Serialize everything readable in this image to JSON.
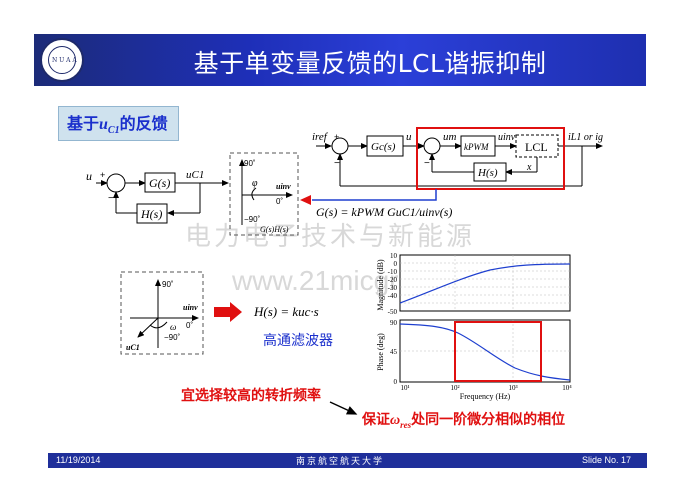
{
  "header": {
    "title": "基于单变量反馈的LCL谐振抑制",
    "logo_seal_text": "N U A A"
  },
  "subhead": {
    "prefix": "基于",
    "var": "u",
    "sub": "C1",
    "suffix": "的反馈"
  },
  "diagram_left": {
    "input": "u",
    "plus": "+",
    "minus": "−",
    "gs": "G(s)",
    "hs": "H(s)",
    "out": "uC1"
  },
  "bode_sketch_top": {
    "deg90": "90˚",
    "phi": "φ",
    "uinv": "uinv",
    "deg0": "0˚",
    "degm90": "−90˚",
    "label": "G(s)H(s)"
  },
  "diagram_right": {
    "iref": "iref",
    "plus": "+",
    "minus": "−",
    "gc": "Gc(s)",
    "u": "u",
    "um": "um",
    "kpwm": "kPWM",
    "uinv": "uinv",
    "lcl": "LCL",
    "out": "iL1 or ig",
    "hs": "H(s)",
    "x": "x"
  },
  "formula_gs": "G(s) = kPWM GuC1/uinv(s)",
  "bode_sketch_bottom": {
    "deg90": "90˚",
    "uinv": "uinv",
    "deg0": "0˚",
    "omega": "ω",
    "degm90": "−90˚",
    "uc1": "uC1"
  },
  "formula_hs": "H(s) = kuc·s",
  "hipass_label": "高通滤波器",
  "bode_plot": {
    "mag_label": "Magnitude (dB)",
    "phase_label": "Phase (deg)",
    "freq_label": "Frequency (Hz)",
    "mag_ticks": [
      "10",
      "0",
      "-10",
      "-20",
      "-30",
      "-40",
      "-50"
    ],
    "phase_ticks": [
      "90",
      "45",
      "0"
    ],
    "x_ticks": [
      "10¹",
      "10²",
      "10³",
      "10⁴"
    ]
  },
  "red_note1": "宜选择较高的转折频率",
  "red_note2": {
    "prefix": "保证",
    "omega": "ω",
    "sub": "res",
    "suffix": "处同一阶微分相似的相位"
  },
  "watermark": {
    "line1": "电力电子技术与新能源",
    "line2": "www.21micgrid.cn"
  },
  "footer": {
    "date": "11/19/2014",
    "university": "南京航空航天大学",
    "slide_no": "Slide No. 17"
  },
  "colors": {
    "header_blue": "#1e2fb8",
    "accent_red": "#e01010",
    "text_blue": "#1a2fcc",
    "footer_blue": "#1f2f9a"
  }
}
